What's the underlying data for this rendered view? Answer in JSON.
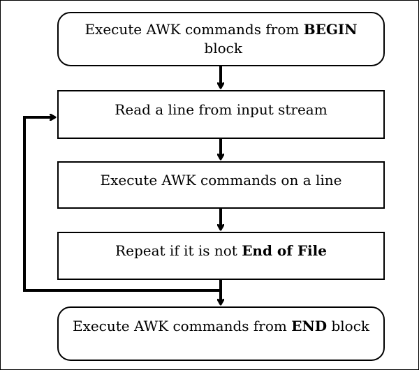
{
  "nodes": {
    "begin": {
      "text": "Execute AWK commands from ",
      "bold": "BEGIN",
      "after": " block"
    },
    "read": {
      "text": "Read a line from input stream"
    },
    "exec": {
      "text": "Execute AWK commands on a line"
    },
    "repeat": {
      "text": "Repeat if it is not ",
      "bold": "End of File"
    },
    "end": {
      "text": "Execute AWK commands from ",
      "bold": "END",
      "after": " block"
    }
  },
  "colors": {
    "stroke": "#000000",
    "fill": "#ffffff"
  }
}
